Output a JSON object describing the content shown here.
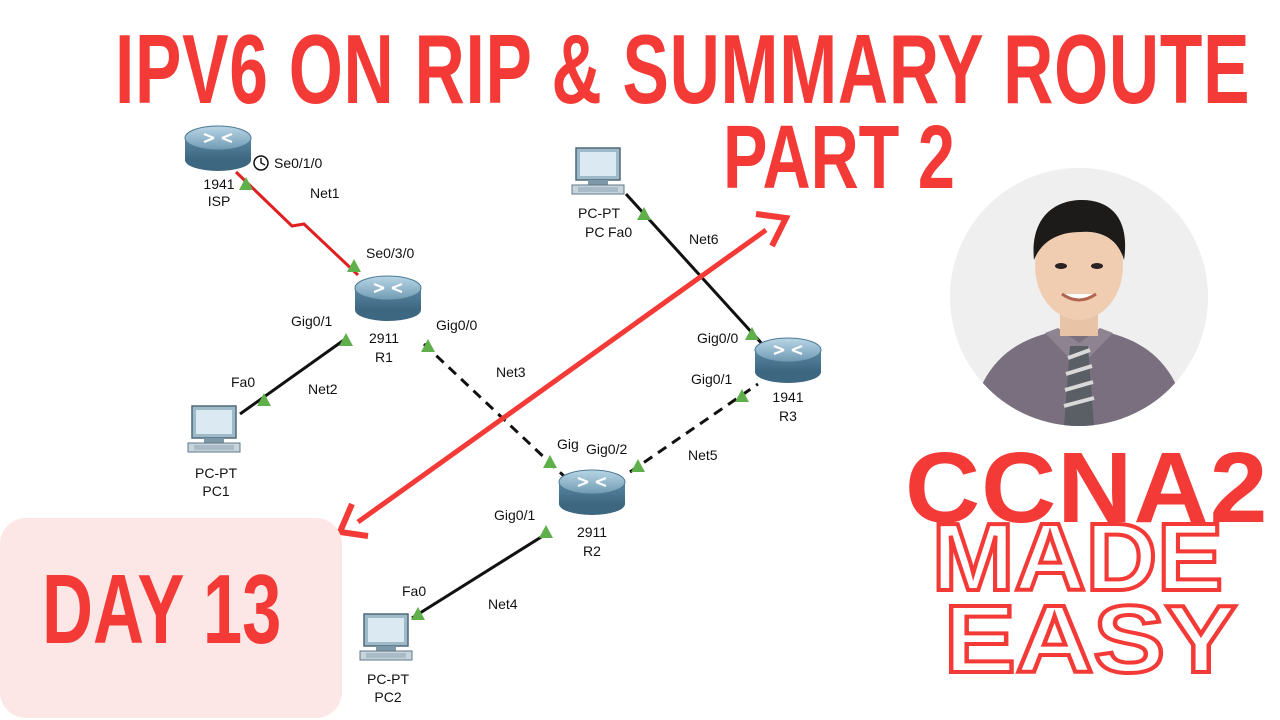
{
  "title": {
    "line1": "IPV6 ON RIP & SUMMARY ROUTE",
    "line2": "PART 2"
  },
  "badge": {
    "day": "DAY 13"
  },
  "branding": {
    "ccna": "CCNA2",
    "made": "MADE",
    "easy": "EASY"
  },
  "colors": {
    "accent": "#f43a36",
    "badge_bg": "#fde7e6",
    "link_up": "#6ab04c",
    "serial_link": "#e02020"
  },
  "topology": {
    "devices": {
      "isp": {
        "model": "1941",
        "name": "ISP"
      },
      "r1": {
        "model": "2911",
        "name": "R1"
      },
      "r2": {
        "model": "2911",
        "name": "R2"
      },
      "r3": {
        "model": "1941",
        "name": "R3"
      },
      "pc1": {
        "type": "PC-PT",
        "name": "PC1"
      },
      "pc2": {
        "type": "PC-PT",
        "name": "PC2"
      },
      "pc3": {
        "type": "PC-PT",
        "name": "PC"
      }
    },
    "ports": {
      "isp_se": "Se0/1/0",
      "r1_se": "Se0/3/0",
      "r1_g01": "Gig0/1",
      "r1_g00": "Gig0/0",
      "pc1_fa": "Fa0",
      "r2_g_partial": "Gig",
      "r2_g02": "Gig0/2",
      "r2_g01": "Gig0/1",
      "pc2_fa": "Fa0",
      "r3_g00": "Gig0/0",
      "r3_g01": "Gig0/1",
      "pc3_fa": "Fa0"
    },
    "networks": {
      "net1": "Net1",
      "net2": "Net2",
      "net3": "Net3",
      "net4": "Net4",
      "net5": "Net5",
      "net6": "Net6"
    }
  },
  "icons": [
    "router-icon",
    "pc-icon",
    "clock-icon",
    "double-arrow-icon",
    "presenter-photo"
  ]
}
